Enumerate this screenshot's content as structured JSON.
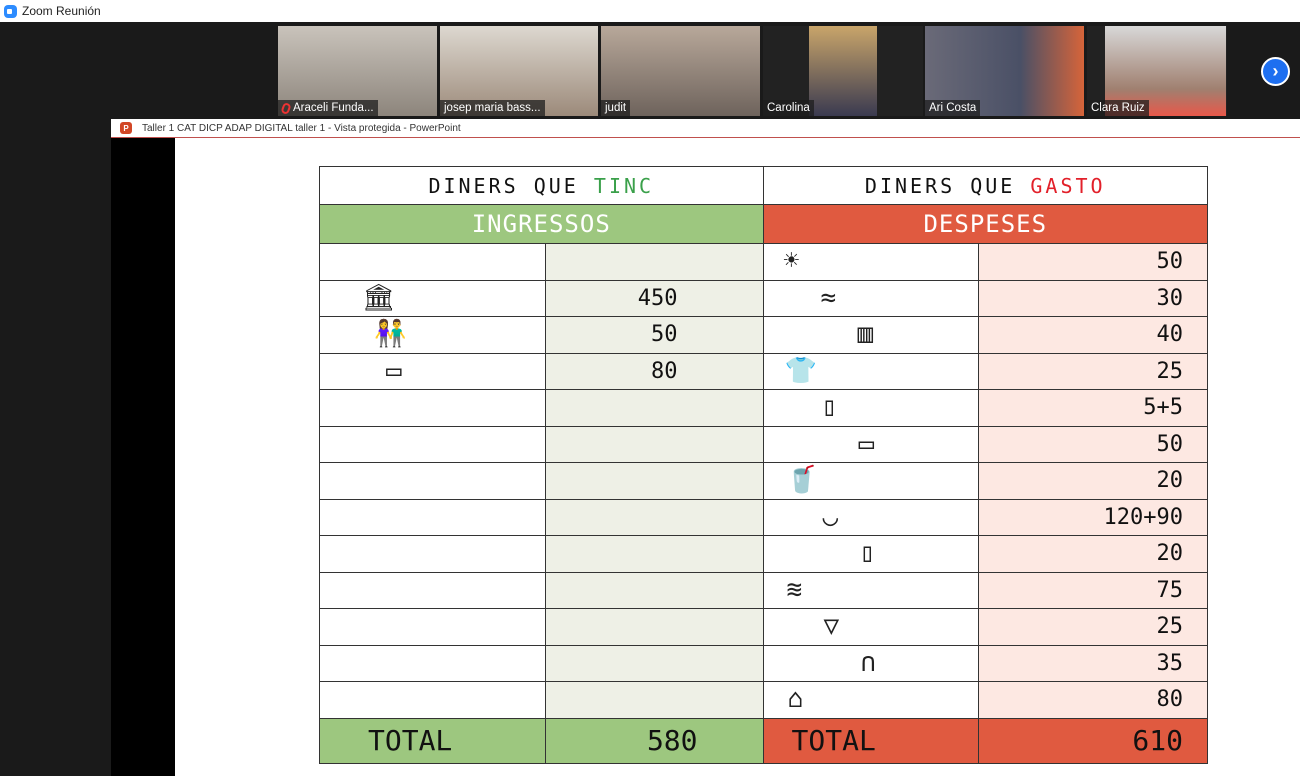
{
  "window_title": "Zoom Reunión",
  "participants": [
    {
      "name": "Araceli Funda...",
      "muted": true
    },
    {
      "name": "josep maria bass..."
    },
    {
      "name": "judit",
      "active": true
    },
    {
      "name": "Carolina"
    },
    {
      "name": "Ari Costa"
    },
    {
      "name": "Clara Ruiz"
    }
  ],
  "ppt": {
    "title": "Taller 1 CAT DICP ADAP DIGITAL  taller 1  -  Vista protegida - PowerPoint",
    "icon": "P"
  },
  "slide": {
    "left_header": "DINERS QUE",
    "left_header_word": "TINC",
    "right_header": "DINERS QUE",
    "right_header_word": "GASTO",
    "left_category": "INGRESSOS",
    "right_category": "DESPESES",
    "income_values": [
      "",
      "450",
      "50",
      "80",
      "",
      "",
      "",
      "",
      "",
      "",
      "",
      "",
      ""
    ],
    "income_icons": [
      "",
      "bank-icon",
      "elderly-couple-icon",
      "money-icon",
      "",
      "",
      "",
      "",
      "",
      "",
      "",
      "",
      ""
    ],
    "expense_values": [
      "50",
      "30",
      "40",
      "25",
      "5+5",
      "50",
      "20",
      "120+90",
      "20",
      "75",
      "25",
      "35",
      "80"
    ],
    "expense_icons": [
      "lightbulb-icon",
      "water-icon",
      "radiator-icon",
      "clothes-icon",
      "food-icon",
      "bus-icon",
      "drink-icon",
      "groceries-icon",
      "phone-icon",
      "pool-icon",
      "popcorn-icon",
      "stethoscope-icon",
      "house-icon"
    ],
    "total_label_left": "TOTAL",
    "total_left": "580",
    "total_label_right": "TOTAL",
    "total_right": "610",
    "colors": {
      "income": "#9dc77f",
      "expense": "#e05a40"
    }
  }
}
